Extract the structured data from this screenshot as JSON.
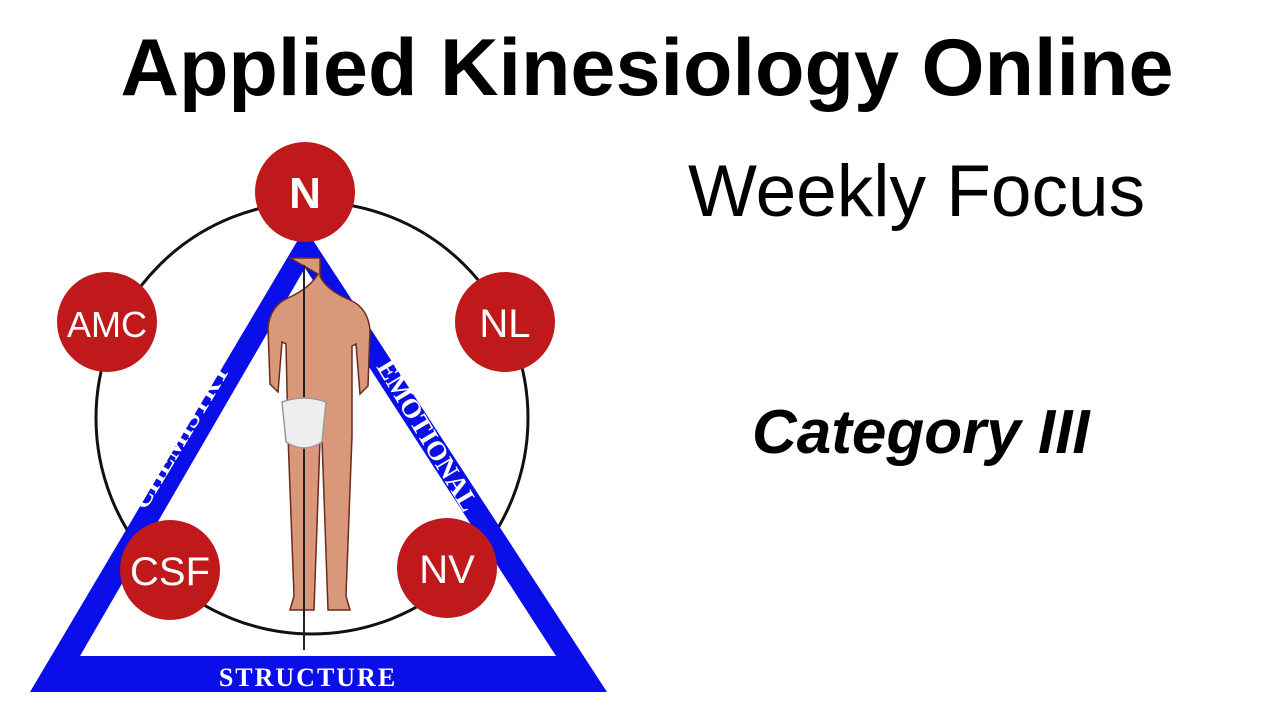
{
  "header": {
    "title": "Applied Kinesiology Online",
    "subtitle": "Weekly Focus"
  },
  "main": {
    "category": "Category III"
  },
  "logo": {
    "nodes": [
      "N",
      "AMC",
      "NL",
      "CSF",
      "NV"
    ],
    "sides": {
      "left": "CHEMISTRY",
      "right": "EMOTIONAL",
      "bottom": "STRUCTURE"
    },
    "colors": {
      "triangle": "#0a0ee8",
      "node": "#c0191c",
      "skin": "#d9987a"
    }
  }
}
